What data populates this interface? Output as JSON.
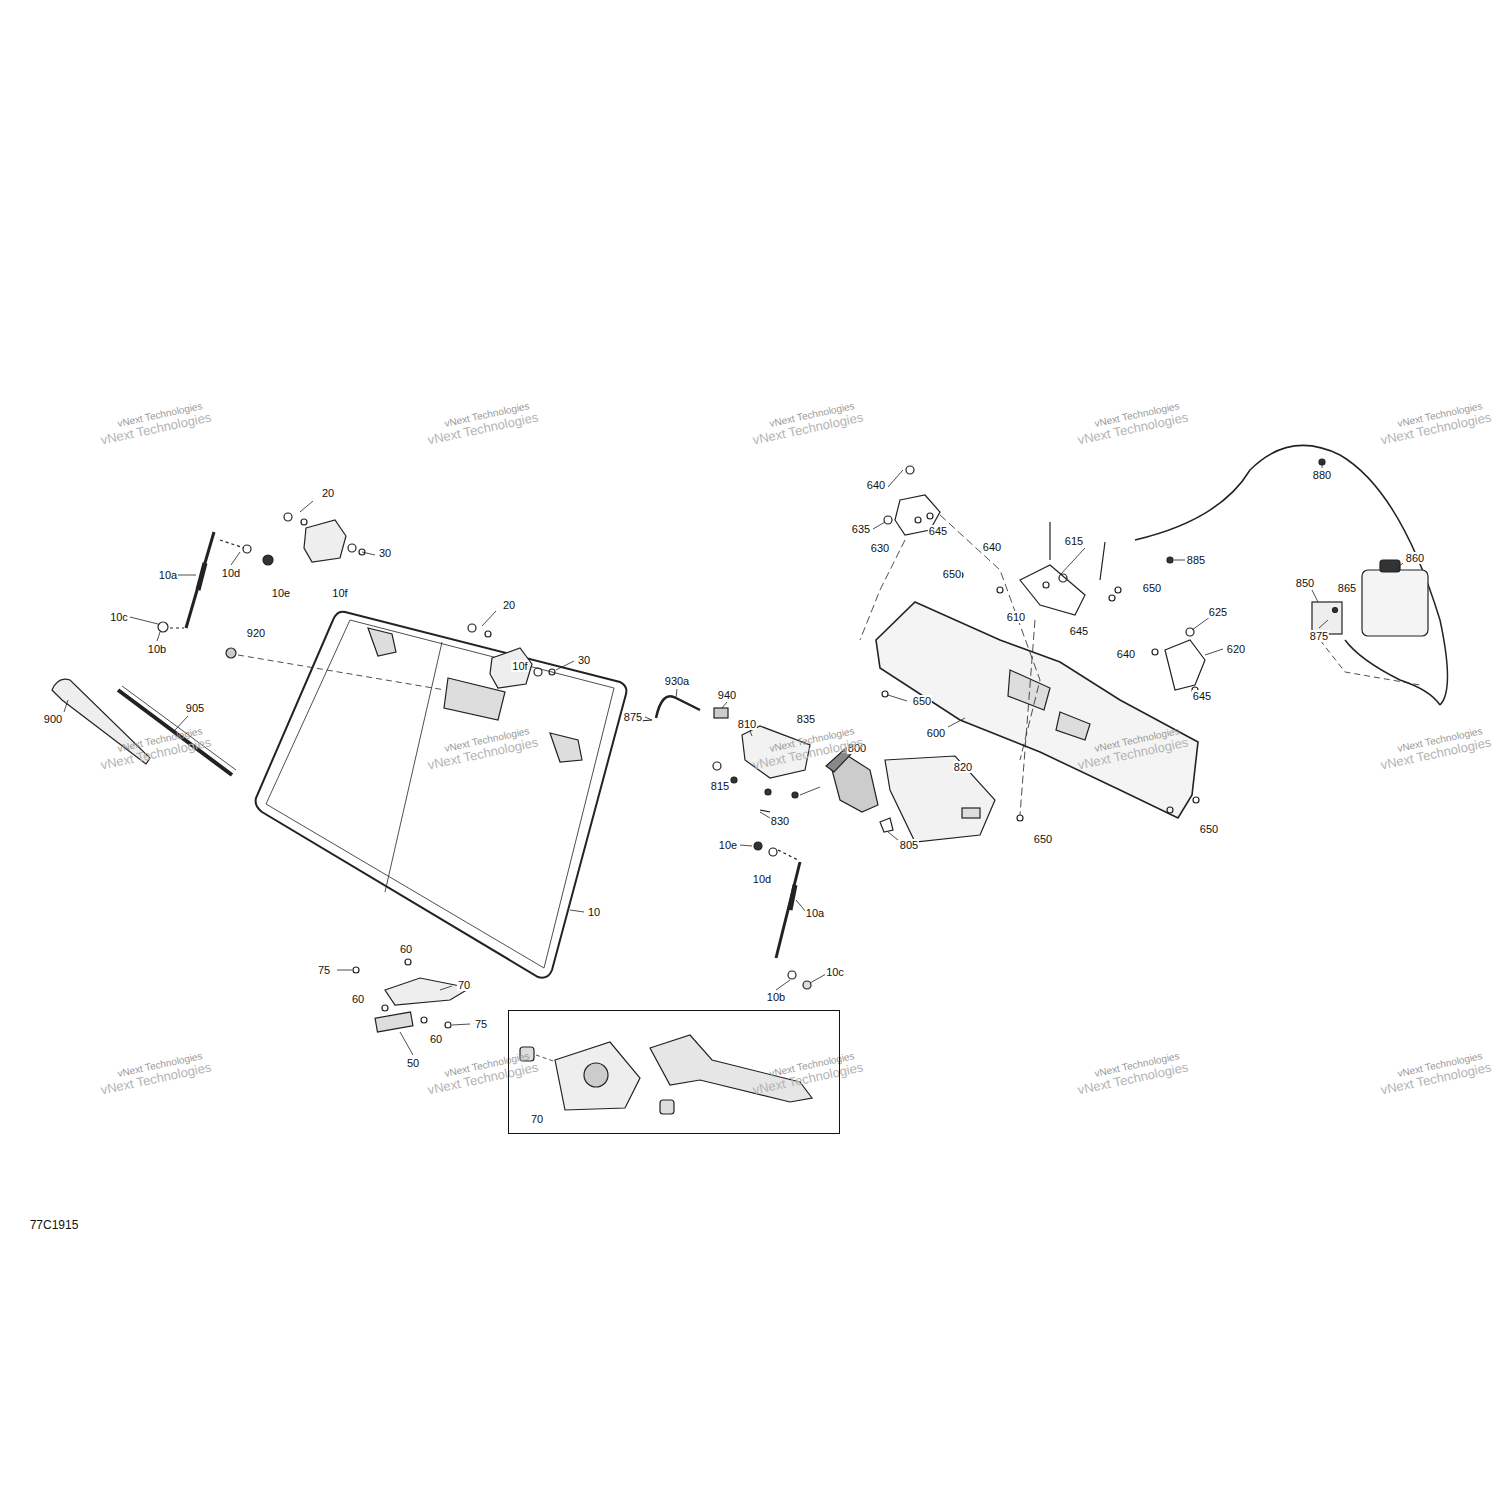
{
  "diagram": {
    "nodes": [
      {
        "text": [
          "70"
        ]
      }
    ],
    "labels": [
      "20",
      "30",
      "10d",
      "10e",
      "10a",
      "10f",
      "10c",
      "10b",
      "920",
      "20",
      "30",
      "10f",
      "900",
      "905",
      "930a",
      "940",
      "875",
      "810",
      "835",
      "800",
      "815",
      "830",
      "805",
      "820",
      "10e",
      "10d",
      "10a",
      "10",
      "10c",
      "10b",
      "60",
      "75",
      "70",
      "60",
      "75",
      "60",
      "50",
      "640",
      "635",
      "630",
      "645",
      "640",
      "615",
      "650",
      "885",
      "650",
      "610",
      "645",
      "625",
      "620",
      "640",
      "645",
      "650",
      "600",
      "650",
      "650",
      "880",
      "860",
      "850",
      "865",
      "875",
      "77C1915",
      "vNext Technologies",
      "vNext Technologies",
      "vNext Technologies",
      "vNext Technologies",
      "vNext Technologies",
      "vNext Technologies",
      "vNext Technologies",
      "vNext Technologies",
      "vNext Technologies",
      "vNext Technologies",
      "vNext Technologies",
      "vNext Technologies",
      "vNext Technologies",
      "vNext Technologies",
      "vNext Technologies",
      "vNext Technologies",
      "vNext Technologies",
      "vNext Technologies",
      "vNext Technologies",
      "vNext Technologies",
      "vNext Technologies",
      "vNext Technologies",
      "vNext Technologies",
      "vNext Technologies",
      "vNext Technologies",
      "vNext Technologies",
      "vNext Technologies",
      "vNext Technologies",
      "vNext Technologies",
      "vNext Technologies"
    ]
  }
}
